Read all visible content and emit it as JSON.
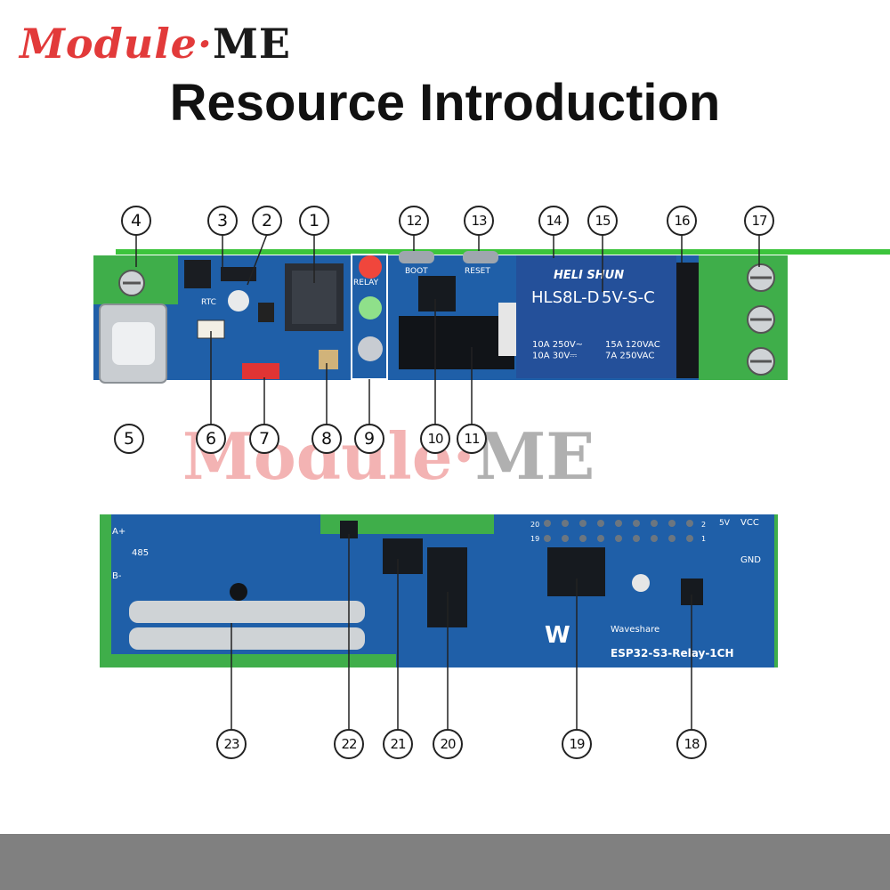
{
  "header": {
    "logo_text": "Module",
    "logo_sep": "·",
    "logo_me": "ME",
    "title": "Resource Introduction"
  },
  "board_top": {
    "relay_label_1": "HLS8L-D",
    "relay_label_2": "5V-S-C",
    "relay_rating_left": "10A 250V~\n10A 30V⎓",
    "relay_rating_right": "15A 120VAC\n7A 250VAC",
    "relay_brand": "HELI SHUN",
    "boot_label": "BOOT",
    "reset_label": "RESET",
    "relay_led_label": "RELAY",
    "rtc_label": "RTC"
  },
  "board_bottom": {
    "brand": "Waveshare",
    "model": "ESP32-S3-Relay-1CH",
    "label_485": "485",
    "label_a": "A+",
    "label_b": "B-",
    "label_vcc": "VCC",
    "label_gnd": "GND",
    "label_5v": "5V",
    "pin_20": "20",
    "pin_19": "19",
    "pin_2": "2",
    "pin_1": "1"
  },
  "callouts_top": [
    "1",
    "2",
    "3",
    "4",
    "5",
    "6",
    "7",
    "8",
    "9",
    "10",
    "11",
    "12",
    "13",
    "14",
    "15",
    "16",
    "17"
  ],
  "callouts_bottom": [
    "18",
    "19",
    "20",
    "21",
    "22",
    "23"
  ],
  "watermark": {
    "text": "Module",
    "sep": "·",
    "me": "ME"
  },
  "colors": {
    "pcb_blue": "#1f5fa8",
    "terminal_green": "#3fae4a",
    "relay_blue": "#24509a",
    "logo_red": "#e23a3a"
  }
}
